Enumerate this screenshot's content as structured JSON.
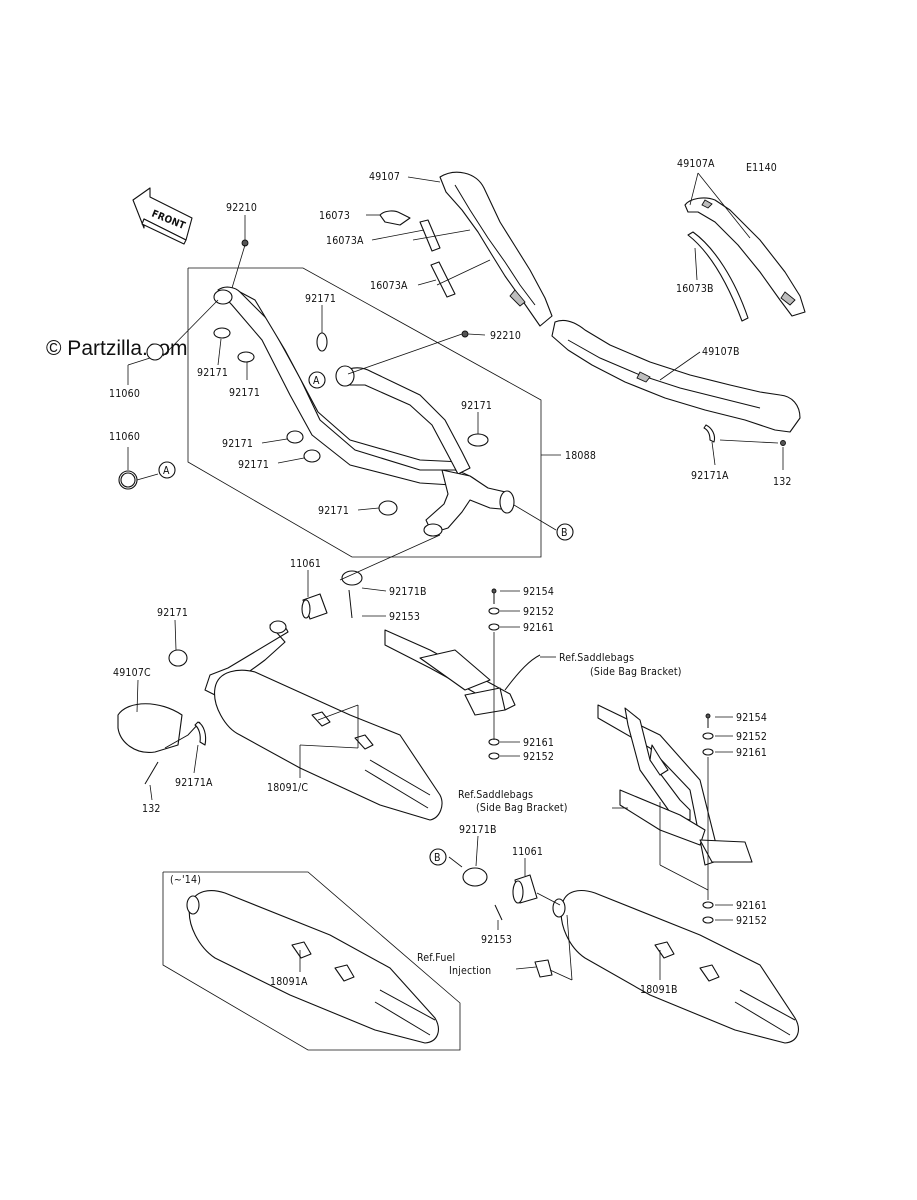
{
  "watermark": "© Partzilla.com",
  "diagram_code": "E1140",
  "front_label": "FRONT",
  "callouts": {
    "a": "A",
    "b": "B"
  },
  "parts": {
    "p49107": "49107",
    "p16073": "16073",
    "p16073A_1": "16073A",
    "p16073A_2": "16073A",
    "p49107A": "49107A",
    "p16073B": "16073B",
    "p49107B": "49107B",
    "p92171A_top": "92171A",
    "p132_top": "132",
    "p92210_top": "92210",
    "p92210_mid": "92210",
    "p92171_1": "92171",
    "p92171_2": "92171",
    "p92171_3": "92171",
    "p92171_4": "92171",
    "p92171_5": "92171",
    "p92171_6": "92171",
    "p92171_7": "92171",
    "p11060_1": "11060",
    "p11060_2": "11060",
    "p18088": "18088",
    "p11061_1": "11061",
    "p92171B_1": "92171B",
    "p92153_1": "92153",
    "p92154_1": "92154",
    "p92152_1": "92152",
    "p92161_1": "92161",
    "p92161_2": "92161",
    "p92152_2": "92152",
    "p49107C": "49107C",
    "p132_bot": "132",
    "p92171A_bot": "92171A",
    "p18091C": "18091/C",
    "p92154_2": "92154",
    "p92152_3": "92152",
    "p92161_3": "92161",
    "p92171B_2": "92171B",
    "p11061_2": "11061",
    "p92153_2": "92153",
    "p92161_4": "92161",
    "p92152_4": "92152",
    "p18091A": "18091A",
    "p18091B": "18091B",
    "variant_note": "(~'14)"
  },
  "refs": {
    "saddle1_a": "Ref.Saddlebags",
    "saddle1_b": "(Side Bag Bracket)",
    "saddle2_a": "Ref.Saddlebags",
    "saddle2_b": "(Side Bag Bracket)",
    "fuel_a": "Ref.Fuel",
    "fuel_b": "Injection"
  }
}
